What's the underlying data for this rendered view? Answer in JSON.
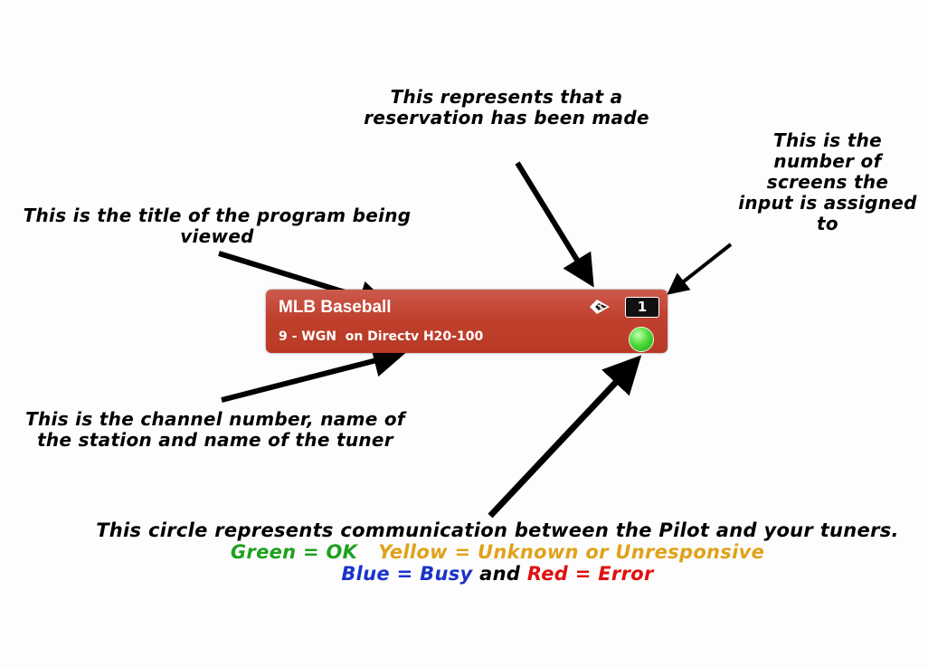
{
  "card": {
    "program_title": "MLB Baseball",
    "channel_line": "9 - WGN  on Directv H20-100",
    "screen_count": "1",
    "status_color": "#3fd33a",
    "background_color": "#c0402e"
  },
  "icons": {
    "reservation": "reservation-icon",
    "status": "status-indicator"
  },
  "callouts": {
    "reservation": "This represents that a reservation has been made",
    "screens": "This is the number of screens the input is assigned to",
    "title": "This is the title of the program being viewed",
    "channel": "This is the channel number, name of the station and name of the tuner",
    "status_intro": "This circle represents communication between the Pilot and your tuners.",
    "green_label": "Green = OK",
    "yellow_label": "Yellow = Unknown or Unresponsive",
    "blue_label": "Blue",
    "busy_label": "Busy",
    "and_label": "and",
    "red_label": "Red",
    "error_label": "Error",
    "equals": "="
  },
  "colors": {
    "green": "#1ea11e",
    "yellow": "#e0a21a",
    "blue": "#1b33c8",
    "red": "#e01010"
  }
}
